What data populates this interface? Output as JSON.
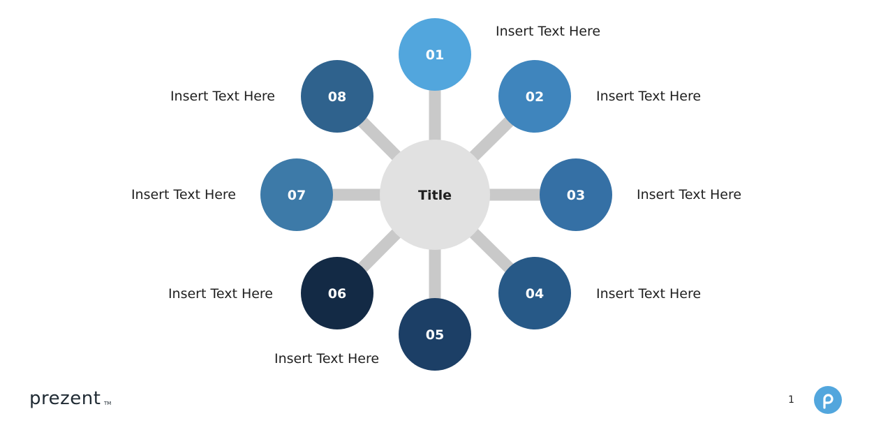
{
  "center": {
    "title": "Title"
  },
  "nodes": [
    {
      "number": "01",
      "label": "Insert Text Here",
      "color": "#52a6dd"
    },
    {
      "number": "02",
      "label": "Insert Text Here",
      "color": "#3f85bd"
    },
    {
      "number": "03",
      "label": "Insert Text Here",
      "color": "#3570a5"
    },
    {
      "number": "04",
      "label": "Insert Text Here",
      "color": "#275987"
    },
    {
      "number": "05",
      "label": "Insert Text Here",
      "color": "#1c3f66"
    },
    {
      "number": "06",
      "label": "Insert Text Here",
      "color": "#132a45"
    },
    {
      "number": "07",
      "label": "Insert Text Here",
      "color": "#3d7aa8"
    },
    {
      "number": "08",
      "label": "Insert Text Here",
      "color": "#2f628d"
    }
  ],
  "colors": {
    "spoke": "#c9c9c9",
    "center_fill": "#e1e1e1",
    "badge": "#52a6dd"
  },
  "footer": {
    "logo": "prezent",
    "logo_tm": "TM",
    "page_number": "1"
  }
}
